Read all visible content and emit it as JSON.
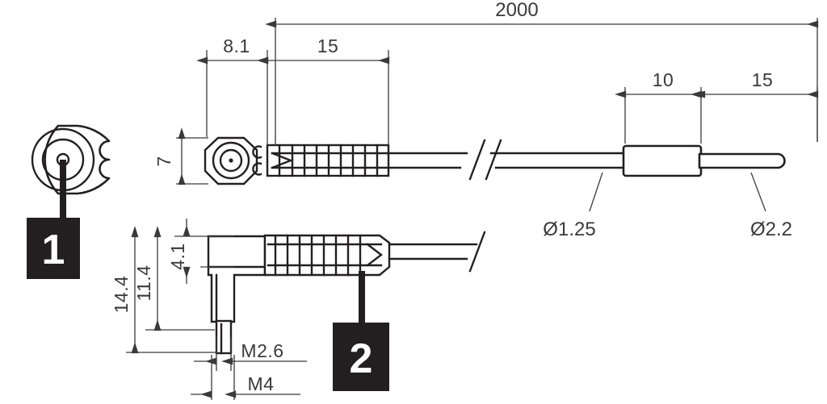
{
  "drawing": {
    "title": "Cable assembly dimensioned drawing",
    "units": "mm",
    "line_color": "#231f20",
    "dim_color": "#3a3a3a",
    "background": "#ffffff"
  },
  "dimensions": {
    "overall_length": "2000",
    "connector_head_length": "8.1",
    "strain_relief_length": "15",
    "connector_head_height": "7",
    "ferrule_length": "10",
    "tip_length": "15",
    "angled_total_height": "14.4",
    "angled_body_height": "11.4",
    "angled_top_height": "4.1"
  },
  "diameters": {
    "cable": "Ø1.25",
    "tip": "Ø2.2"
  },
  "threads": {
    "small": "M2.6",
    "large": "M4"
  },
  "callouts": [
    {
      "id": "1",
      "label": "1",
      "description": "straight-connector-face-view"
    },
    {
      "id": "2",
      "label": "2",
      "description": "right-angle-connector-view"
    }
  ],
  "views": {
    "face": "connector-face-view",
    "straight": "straight-connector-side-view",
    "angled": "right-angle-connector-side-view"
  }
}
